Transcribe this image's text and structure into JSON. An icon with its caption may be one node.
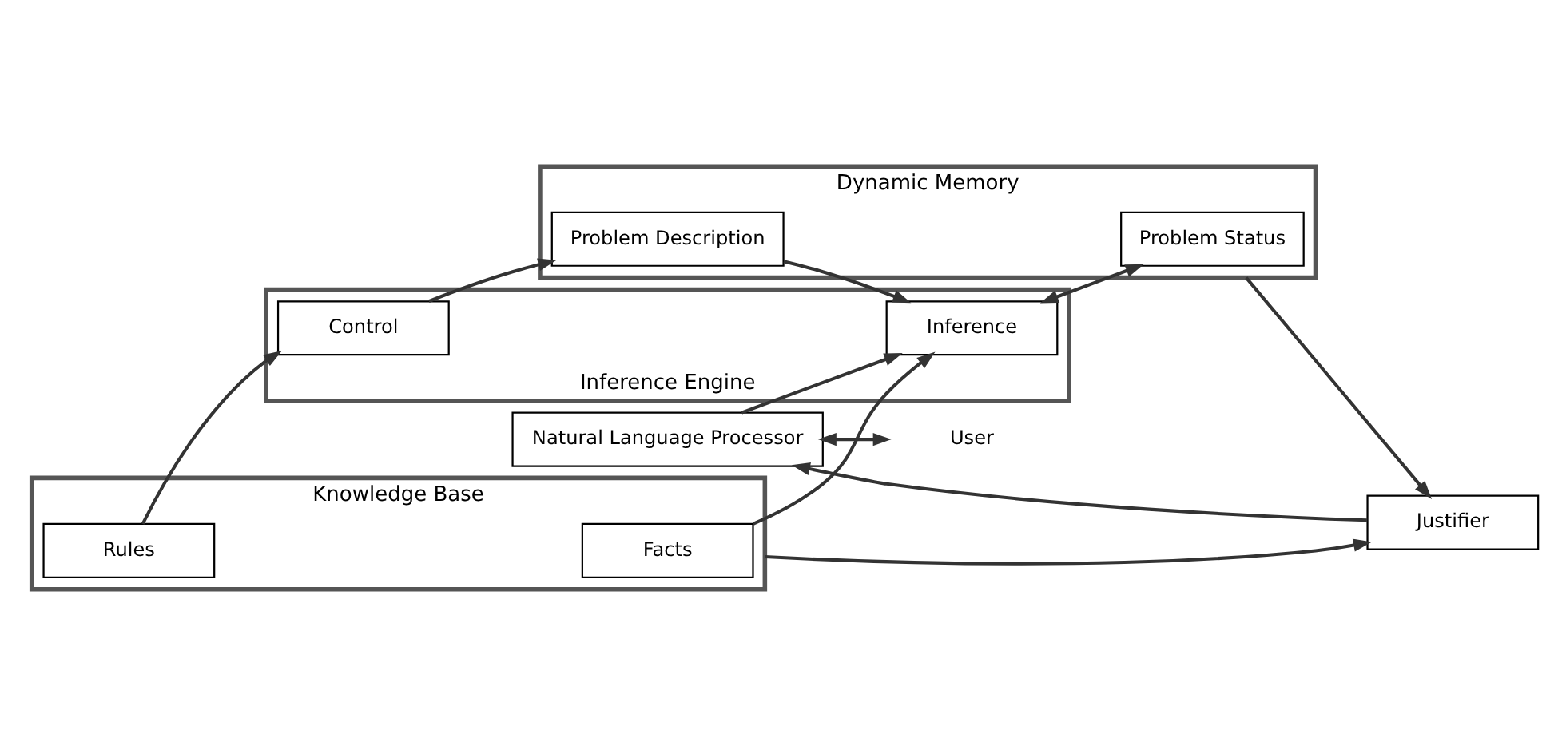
{
  "diagram": {
    "nodes": [
      {
        "text": [
          "User"
        ]
      },
      {
        "text": [
          "Natural Language Processor"
        ]
      },
      {
        "text": [
          "Justifier"
        ]
      },
      {
        "text": [
          "Knowledge Base"
        ]
      },
      {
        "text": [
          "Facts"
        ],
        "in": 3
      },
      {
        "text": [
          "Rules"
        ],
        "in": 3
      },
      {
        "text": [
          "Inference Engine"
        ]
      },
      {
        "text": [
          "Inference"
        ],
        "in": 6
      },
      {
        "text": [
          "Control"
        ],
        "in": 6
      },
      {
        "text": [
          "Dynamic Memory"
        ]
      },
      {
        "text": [
          "Problem Status"
        ],
        "in": 9
      },
      {
        "text": [
          "Problem Description"
        ],
        "in": 9
      }
    ],
    "edges": [
      {
        "from": 1,
        "to": 0,
        "arrow": "both"
      },
      {
        "from": 1,
        "to": 7,
        "arrow": "to"
      },
      {
        "from": 4,
        "to": 7,
        "arrow": "to"
      },
      {
        "from": 5,
        "to": 8,
        "arrow": "to"
      },
      {
        "from": 3,
        "to": 2,
        "arrow": "to"
      },
      {
        "from": 2,
        "to": 1,
        "arrow": "to"
      },
      {
        "from": 7,
        "to": 10,
        "arrow": "both"
      },
      {
        "from": 11,
        "to": 7,
        "arrow": "to"
      },
      {
        "from": 8,
        "to": 11,
        "arrow": "to"
      },
      {
        "from": 9,
        "to": 2,
        "arrow": "to"
      }
    ]
  }
}
